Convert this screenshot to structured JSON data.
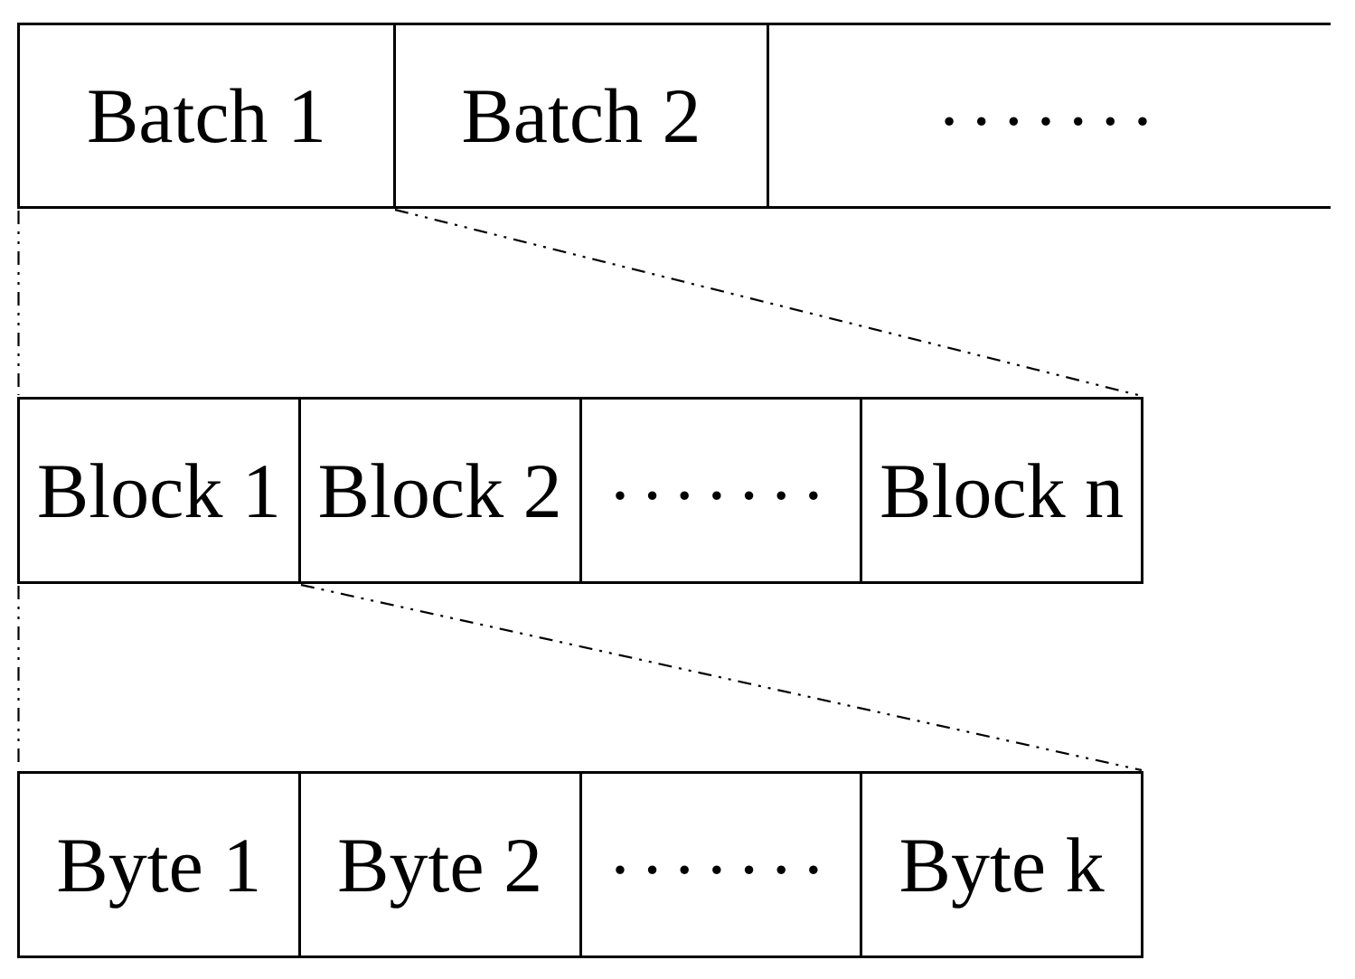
{
  "diagram": {
    "background_color": "#ffffff",
    "line_color": "#000000",
    "rows": [
      {
        "name": "batch-row",
        "cells": [
          {
            "label": "Batch 1"
          },
          {
            "label": "Batch 2"
          },
          {
            "label": "·······"
          }
        ]
      },
      {
        "name": "block-row",
        "cells": [
          {
            "label": "Block 1"
          },
          {
            "label": "Block 2"
          },
          {
            "label": "·······"
          },
          {
            "label": "Block n"
          }
        ]
      },
      {
        "name": "byte-row",
        "cells": [
          {
            "label": "Byte 1"
          },
          {
            "label": "Byte 2"
          },
          {
            "label": "·······"
          },
          {
            "label": "Byte k"
          }
        ]
      }
    ]
  }
}
